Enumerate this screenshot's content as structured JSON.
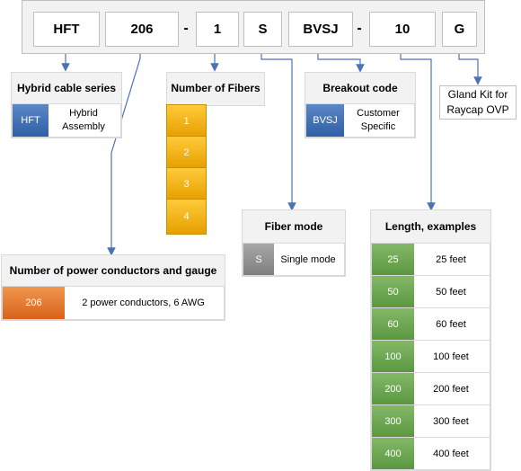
{
  "code": {
    "segments": [
      "HFT",
      "206",
      "1",
      "S",
      "BVSJ",
      "10",
      "G"
    ],
    "separator": "-"
  },
  "hybrid_series": {
    "title": "Hybrid cable series",
    "code": "HFT",
    "description": "Hybrid Assembly"
  },
  "fibers": {
    "title": "Number of Fibers",
    "options": [
      "1",
      "2",
      "3",
      "4"
    ]
  },
  "breakout": {
    "title": "Breakout code",
    "code": "BVSJ",
    "description": "Customer Specific"
  },
  "gland": {
    "label": "Gland Kit for Raycap OVP"
  },
  "fiber_mode": {
    "title": "Fiber mode",
    "code": "S",
    "description": "Single mode"
  },
  "power": {
    "title": "Number of power conductors and gauge",
    "code": "206",
    "description": "2 power conductors, 6 AWG"
  },
  "length": {
    "title": "Length, examples",
    "rows": [
      {
        "code": "25",
        "label": "25 feet"
      },
      {
        "code": "50",
        "label": "50 feet"
      },
      {
        "code": "60",
        "label": "60 feet"
      },
      {
        "code": "100",
        "label": "100 feet"
      },
      {
        "code": "200",
        "label": "200 feet"
      },
      {
        "code": "300",
        "label": "300 feet"
      },
      {
        "code": "400",
        "label": "400 feet"
      }
    ]
  },
  "colors": {
    "connector": "#4a72b8",
    "blue_code": "#2f5fa6",
    "orange_code": "#d8631a",
    "grey_code": "#7f7f7f",
    "green_code": "#5a9740",
    "gold_code": "#e6a000"
  }
}
